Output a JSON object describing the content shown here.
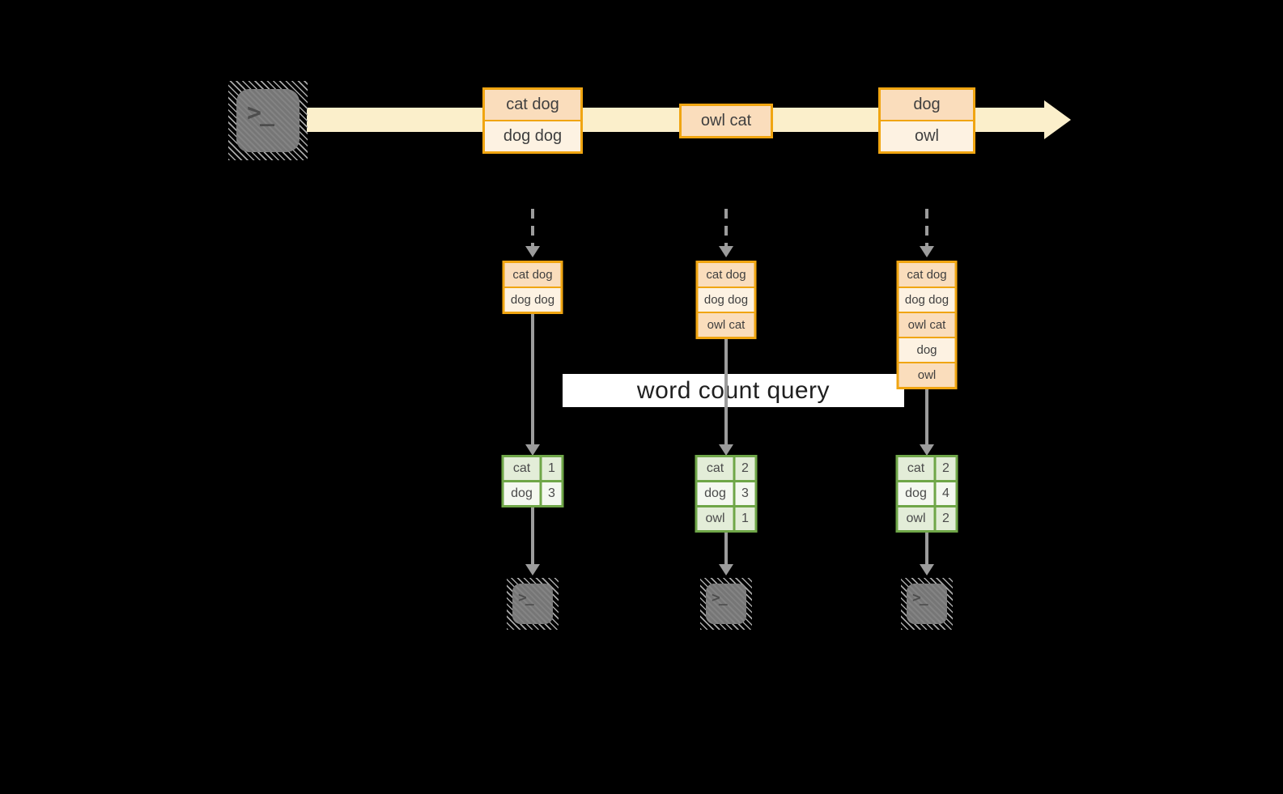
{
  "query_band": {
    "label": "word count query"
  },
  "stream": {
    "batches": [
      [
        "cat dog",
        "dog dog"
      ],
      [
        "owl cat"
      ],
      [
        "dog",
        "owl"
      ]
    ]
  },
  "columns": [
    {
      "state_rows": [
        "cat dog",
        "dog dog"
      ],
      "counts": [
        {
          "word": "cat",
          "value": "1"
        },
        {
          "word": "dog",
          "value": "3"
        }
      ]
    },
    {
      "state_rows": [
        "cat dog",
        "dog dog",
        "owl cat"
      ],
      "counts": [
        {
          "word": "cat",
          "value": "2"
        },
        {
          "word": "dog",
          "value": "3"
        },
        {
          "word": "owl",
          "value": "1"
        }
      ]
    },
    {
      "state_rows": [
        "cat dog",
        "dog dog",
        "owl cat",
        "dog",
        "owl"
      ],
      "counts": [
        {
          "word": "cat",
          "value": "2"
        },
        {
          "word": "dog",
          "value": "4"
        },
        {
          "word": "owl",
          "value": "2"
        }
      ]
    }
  ],
  "icons": {
    "terminal_prompt": ">_"
  },
  "colors": {
    "background": "#000000",
    "stream_arrow": "#FBEFCB",
    "box_border_orange": "#F0A511",
    "row_fill_peach": "#FADDBC",
    "row_fill_cream": "#FDF2E2",
    "table_border_green": "#6FA648",
    "cell_fill_green_dark": "#E3EDD8",
    "cell_fill_green_light": "#F4F8F0",
    "connector_gray": "#9C9C9C",
    "terminal_gray": "#7C7C7C",
    "query_band_bg": "#FFFFFF",
    "text_dark": "#3F3F3F"
  }
}
